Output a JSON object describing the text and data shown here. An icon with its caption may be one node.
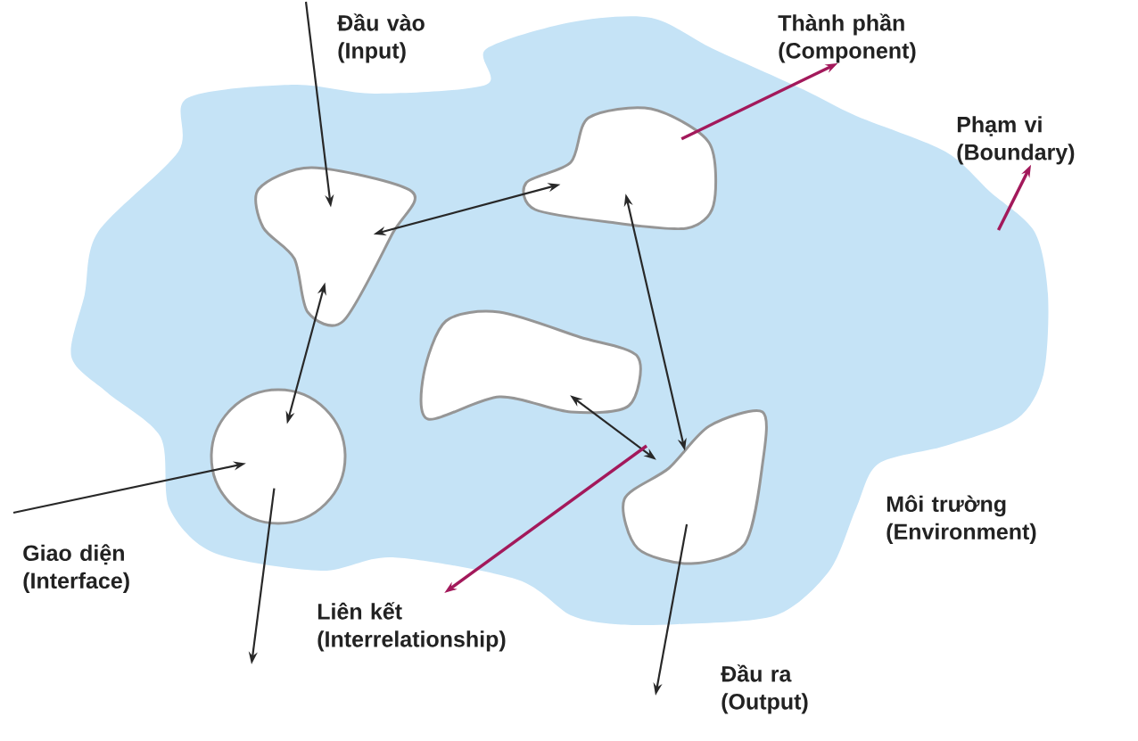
{
  "diagram": {
    "nodes": [
      {
        "text": [],
        "shape": "cloud"
      },
      {
        "text": [],
        "shape": "cloud",
        "in": 0
      },
      {
        "text": [],
        "shape": "cloud",
        "in": 0
      },
      {
        "text": [],
        "shape": "cloud",
        "in": 0
      },
      {
        "text": [],
        "shape": "circle",
        "in": 0
      },
      {
        "text": [],
        "shape": "cloud",
        "in": 0
      },
      {
        "text": [
          "Thành phần (Component)"
        ]
      },
      {
        "text": [
          "Phạm vi (Boundary)"
        ]
      },
      {
        "text": [
          "Liên kết (Interrelationship)"
        ]
      }
    ],
    "edges": [
      {
        "from": null,
        "to": 1,
        "arrow": "to"
      },
      {
        "from": 1,
        "to": 2,
        "arrow": "both"
      },
      {
        "from": 1,
        "to": 4,
        "arrow": "both"
      },
      {
        "from": 2,
        "to": 5,
        "arrow": "both"
      },
      {
        "from": 3,
        "to": 5,
        "arrow": "both"
      },
      {
        "from": null,
        "to": 4,
        "arrow": "to"
      },
      {
        "from": 4,
        "to": null,
        "arrow": "to"
      },
      {
        "from": 5,
        "to": null,
        "arrow": "to"
      },
      {
        "from": 2,
        "to": 6,
        "arrow": "to",
        "color": "#a3195b"
      },
      {
        "from": 0,
        "to": 7,
        "arrow": "to",
        "color": "#a3195b"
      },
      {
        "from": null,
        "to": 8,
        "arrow": "to",
        "color": "#a3195b"
      }
    ],
    "labels": [
      "Đầu vào (Input)",
      "Giao diện (Interface)",
      "Môi trường (Environment)",
      "Đầu ra (Output)"
    ]
  }
}
